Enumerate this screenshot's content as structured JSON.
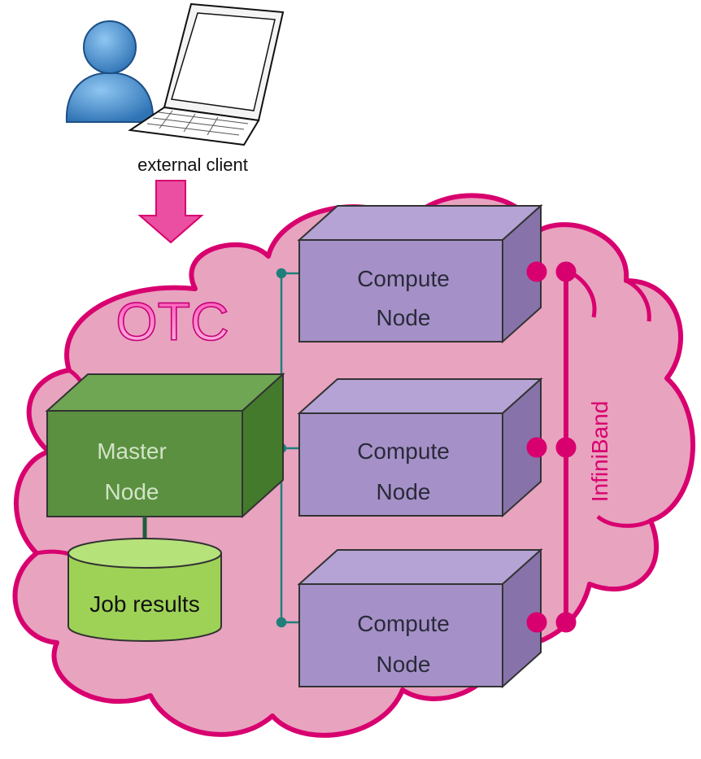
{
  "client": {
    "label": "external client"
  },
  "cloud": {
    "title": "OTC"
  },
  "master": {
    "line1": "Master",
    "line2": "Node"
  },
  "storage": {
    "label": "Job results"
  },
  "compute": [
    {
      "line1": "Compute",
      "line2": "Node"
    },
    {
      "line1": "Compute",
      "line2": "Node"
    },
    {
      "line1": "Compute",
      "line2": "Node"
    }
  ],
  "interconnect": {
    "label": "InfiniBand"
  },
  "colors": {
    "cloud_fill": "#e8a3bf",
    "cloud_stroke": "#d8006f",
    "arrow": "#ea4fa1",
    "master_front": "#5a9040",
    "master_top": "#6fa653",
    "master_side": "#447a2c",
    "compute_front": "#a591c8",
    "compute_top": "#b4a3d4",
    "compute_side": "#8773aa",
    "storage": "#9ed257",
    "network_line": "#1f7f7a",
    "infiniband": "#d8006f"
  }
}
